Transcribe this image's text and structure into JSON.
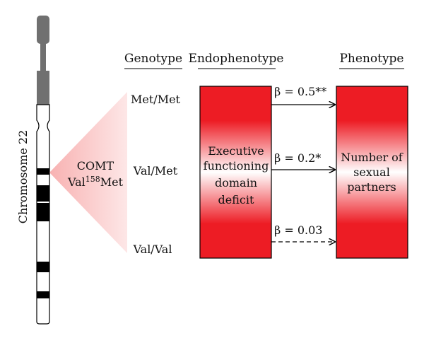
{
  "chromosome": {
    "label": "Chromosome 22",
    "colors": {
      "band": "#000000",
      "centromere_region": "#707070",
      "outline": "#000000"
    }
  },
  "gene": {
    "name": "COMT",
    "variant_prefix": "Val",
    "variant_position": "158",
    "variant_suffix": "Met",
    "highlight_color": "#f9c6c6"
  },
  "headers": {
    "genotype": "Genotype",
    "endophenotype": "Endophenotype",
    "phenotype": "Phenotype"
  },
  "genotypes": [
    "Met/Met",
    "Val/Met",
    "Val/Val"
  ],
  "endophenotype_box": {
    "lines": [
      "Executive",
      "functioning",
      "domain",
      "deficit"
    ],
    "color": "#ed1c24"
  },
  "phenotype_box": {
    "lines": [
      "Number of",
      "sexual",
      "partners"
    ],
    "color": "#ed1c24"
  },
  "associations": [
    {
      "label": "β = 0.5**",
      "style": "solid"
    },
    {
      "label": "β = 0.2*",
      "style": "solid"
    },
    {
      "label": "β = 0.03",
      "style": "dashed"
    }
  ]
}
